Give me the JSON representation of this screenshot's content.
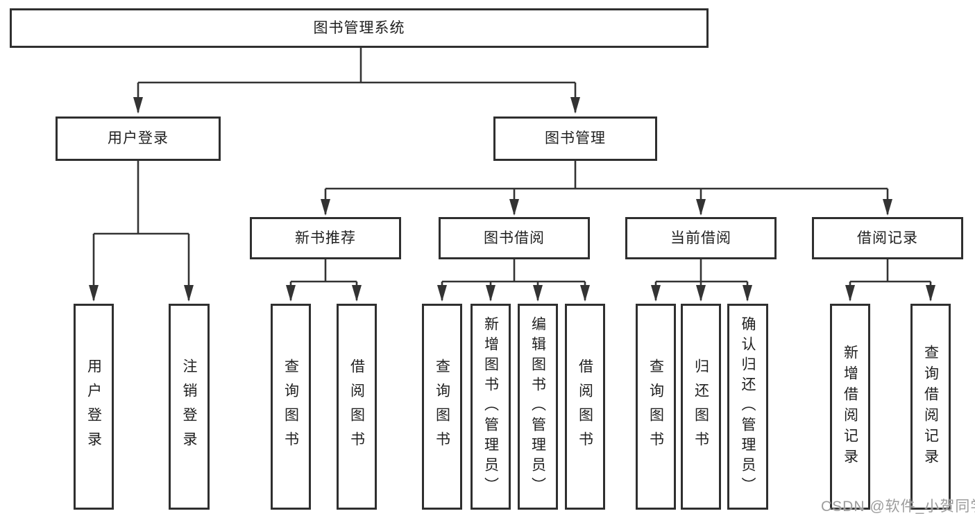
{
  "title": "图书管理系统",
  "tree": {
    "root": {
      "label": "图书管理系统"
    },
    "branches": [
      {
        "label": "用户登录",
        "children": [
          {
            "label": "用户登录"
          },
          {
            "label": "注销登录"
          }
        ]
      },
      {
        "label": "图书管理",
        "children": [
          {
            "label": "新书推荐",
            "children": [
              {
                "label": "查询图书"
              },
              {
                "label": "借阅图书"
              }
            ]
          },
          {
            "label": "图书借阅",
            "children": [
              {
                "label": "查询图书"
              },
              {
                "label": "新增图书（管理员）"
              },
              {
                "label": "编辑图书（管理员）"
              },
              {
                "label": "借阅图书"
              }
            ]
          },
          {
            "label": "当前借阅",
            "children": [
              {
                "label": "查询图书"
              },
              {
                "label": "归还图书"
              },
              {
                "label": "确认归还（管理员）"
              }
            ]
          },
          {
            "label": "借阅记录",
            "children": [
              {
                "label": "新增借阅记录"
              },
              {
                "label": "查询借阅记录"
              }
            ]
          }
        ]
      }
    ]
  },
  "watermark": {
    "text": "CSDN @软件_小贺同学"
  },
  "colors": {
    "line": "#333333",
    "border": "#2f2f2f",
    "fill": "#ffffff",
    "text": "#1f1f1f",
    "watermark": "#9c9c9c"
  }
}
